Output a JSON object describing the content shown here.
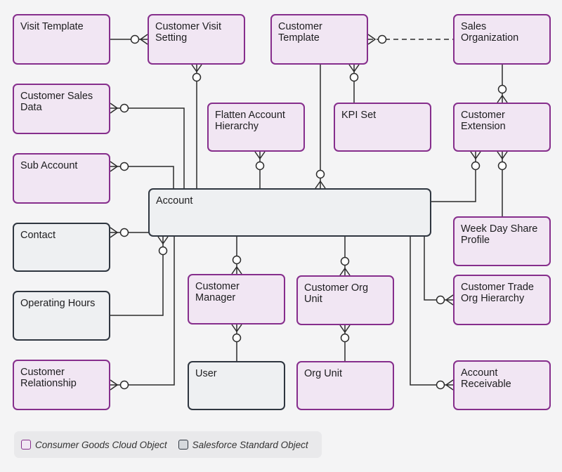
{
  "entities": {
    "visit_template": "Visit Template",
    "customer_visit_setting": "Customer Visit Setting",
    "customer_template": "Customer Template",
    "sales_organization": "Sales Organization",
    "customer_sales_data": "Customer Sales Data",
    "flatten_account_hierarchy": "Flatten Account Hierarchy",
    "kpi_set": "KPI Set",
    "customer_extension": "Customer Extension",
    "sub_account": "Sub Account",
    "account": "Account",
    "contact": "Contact",
    "week_day_share_profile": "Week Day Share Profile",
    "customer_manager": "Customer Manager",
    "customer_org_unit": "Customer Org Unit",
    "operating_hours": "Operating Hours",
    "customer_trade_org_hierarchy": "Customer Trade Org Hierarchy",
    "customer_relationship": "Customer Relationship",
    "user": "User",
    "org_unit": "Org Unit",
    "account_receivable": "Account Receivable"
  },
  "legend": {
    "consumer_goods": "Consumer Goods Cloud Object",
    "salesforce_standard": "Salesforce Standard Object"
  },
  "colors": {
    "cgc_border": "#862e8c",
    "cgc_fill": "#f1e6f3",
    "std_border": "#2f3640",
    "std_fill": "#eef0f2",
    "line": "#2b2b2b"
  }
}
